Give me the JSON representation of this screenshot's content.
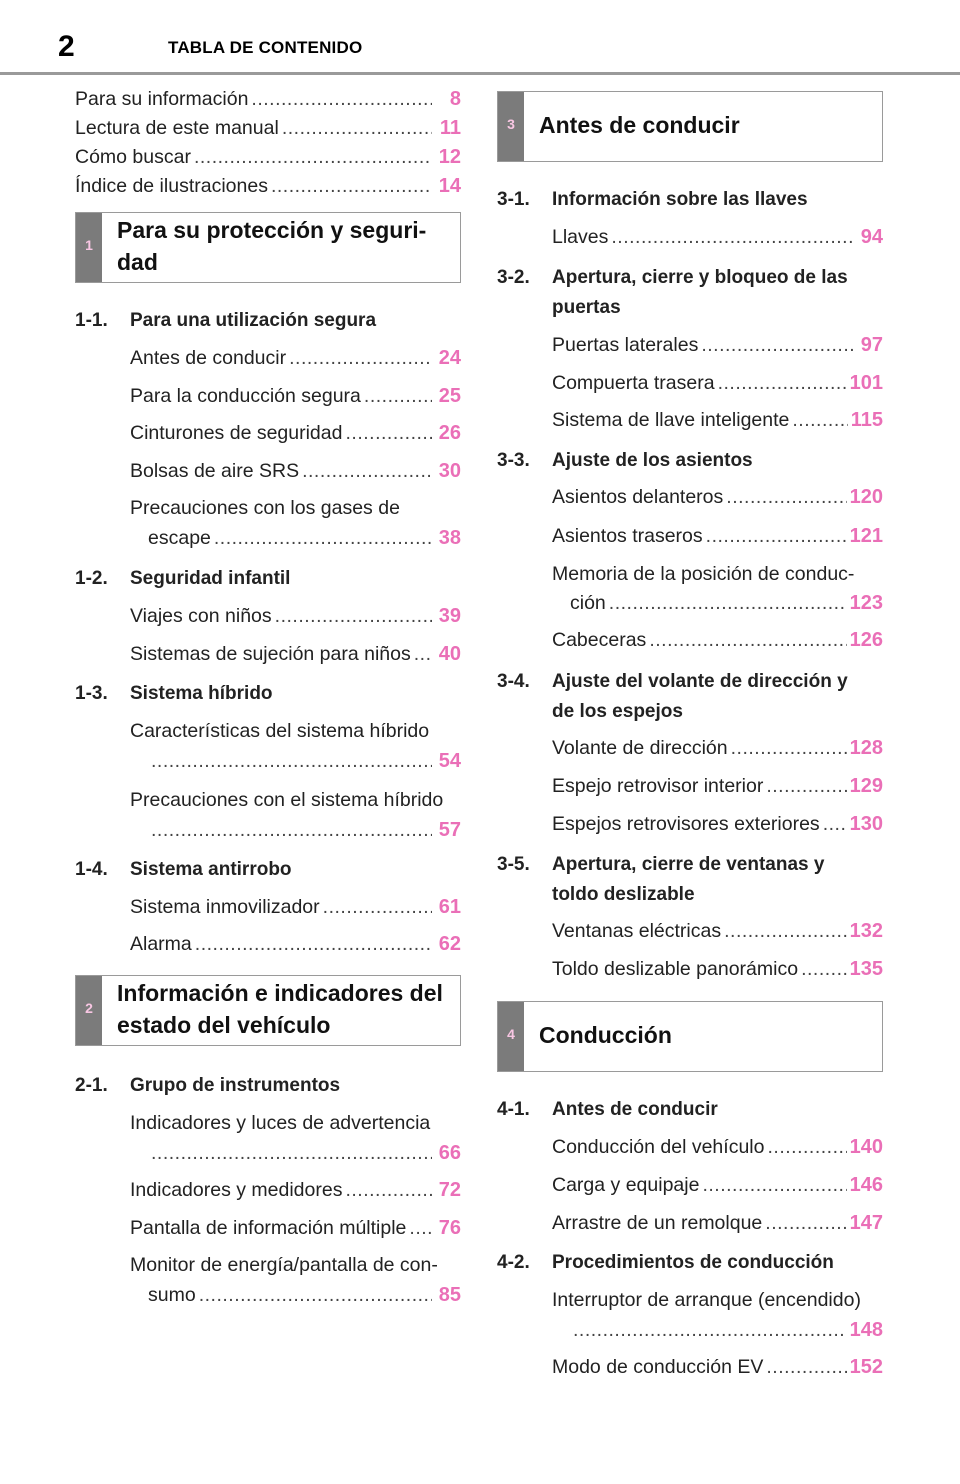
{
  "header": {
    "page_number": "2",
    "title": "TABLA DE CONTENIDO"
  },
  "intro": [
    {
      "label": "Para su información",
      "page": "8"
    },
    {
      "label": "Lectura de este manual",
      "page": "11"
    },
    {
      "label": "Cómo buscar",
      "page": "12"
    },
    {
      "label": "Índice de ilustraciones",
      "page": "14"
    }
  ],
  "chapter1": {
    "tab": "1",
    "title_line1": "Para su protección y seguri-",
    "title_line2": "dad",
    "s1": {
      "num": "1-1.",
      "title": "Para una utilización segura"
    },
    "s1_items": [
      {
        "label": "Antes de conducir",
        "page": "24"
      },
      {
        "label": "Para la conducción segura",
        "page": "25"
      },
      {
        "label": "Cinturones de seguridad",
        "page": "26"
      },
      {
        "label": "Bolsas de aire SRS",
        "page": "30"
      }
    ],
    "s1_multi": {
      "line1": "Precauciones con los gases de",
      "line2": "escape",
      "page": "38"
    },
    "s2": {
      "num": "1-2.",
      "title": "Seguridad infantil"
    },
    "s2_items": [
      {
        "label": "Viajes con niños",
        "page": "39"
      },
      {
        "label": "Sistemas de sujeción para niños",
        "page": "40"
      }
    ],
    "s3": {
      "num": "1-3.",
      "title": "Sistema híbrido"
    },
    "s3_items": [
      {
        "line1": "Características del sistema híbrido",
        "page": "54"
      },
      {
        "line1": "Precauciones con el sistema híbrido",
        "page": "57"
      }
    ],
    "s4": {
      "num": "1-4.",
      "title": "Sistema antirrobo"
    },
    "s4_items": [
      {
        "label": "Sistema inmovilizador",
        "page": "61"
      },
      {
        "label": "Alarma",
        "page": "62"
      }
    ]
  },
  "chapter2": {
    "tab": "2",
    "title_line1": "Información e indicadores del",
    "title_line2": "estado del vehículo",
    "s1": {
      "num": "2-1.",
      "title": "Grupo de instrumentos"
    },
    "m1": {
      "line1": "Indicadores y luces de advertencia",
      "page": "66"
    },
    "items": [
      {
        "label": "Indicadores y medidores",
        "page": "72"
      },
      {
        "label": "Pantalla de información múltiple",
        "page": "76"
      }
    ],
    "m2": {
      "line1": "Monitor de energía/pantalla de con-",
      "line2": "sumo",
      "page": "85"
    }
  },
  "chapter3": {
    "tab": "3",
    "title": "Antes de conducir",
    "s1": {
      "num": "3-1.",
      "title": "Información sobre las llaves"
    },
    "s1_items": [
      {
        "label": "Llaves",
        "page": "94"
      }
    ],
    "s2": {
      "num": "3-2.",
      "title_line1": "Apertura, cierre y bloqueo de las",
      "title_line2": "puertas"
    },
    "s2_items": [
      {
        "label": "Puertas laterales",
        "page": "97"
      },
      {
        "label": "Compuerta trasera",
        "page": "101"
      },
      {
        "label": "Sistema de llave inteligente",
        "page": "115"
      }
    ],
    "s3": {
      "num": "3-3.",
      "title": "Ajuste de los asientos"
    },
    "s3_items": [
      {
        "label": "Asientos delanteros",
        "page": "120"
      },
      {
        "label": "Asientos traseros",
        "page": "121"
      }
    ],
    "s3_multi": {
      "line1": "Memoria de la posición de conduc-",
      "line2": "ción",
      "page": "123"
    },
    "s3_items2": [
      {
        "label": "Cabeceras",
        "page": "126"
      }
    ],
    "s4": {
      "num": "3-4.",
      "title_line1": "Ajuste del volante de dirección y",
      "title_line2": "de los espejos"
    },
    "s4_items": [
      {
        "label": "Volante de dirección",
        "page": "128"
      },
      {
        "label": "Espejo retrovisor interior",
        "page": "129"
      },
      {
        "label": "Espejos retrovisores exteriores",
        "page": "130"
      }
    ],
    "s5": {
      "num": "3-5.",
      "title_line1": "Apertura, cierre de ventanas y",
      "title_line2": "toldo deslizable"
    },
    "s5_items": [
      {
        "label": "Ventanas eléctricas",
        "page": "132"
      },
      {
        "label": "Toldo deslizable panorámico",
        "page": "135"
      }
    ]
  },
  "chapter4": {
    "tab": "4",
    "title": "Conducción",
    "s1": {
      "num": "4-1.",
      "title": "Antes de conducir"
    },
    "s1_items": [
      {
        "label": "Conducción del vehículo",
        "page": "140"
      },
      {
        "label": "Carga y equipaje",
        "page": "146"
      },
      {
        "label": "Arrastre de un remolque",
        "page": "147"
      }
    ],
    "s2": {
      "num": "4-2.",
      "title": "Procedimientos de conducción"
    },
    "m1": {
      "line1": "Interruptor de arranque (encendido)",
      "page": "148"
    },
    "s2_items": [
      {
        "label": "Modo de conducción EV",
        "page": "152"
      }
    ]
  }
}
